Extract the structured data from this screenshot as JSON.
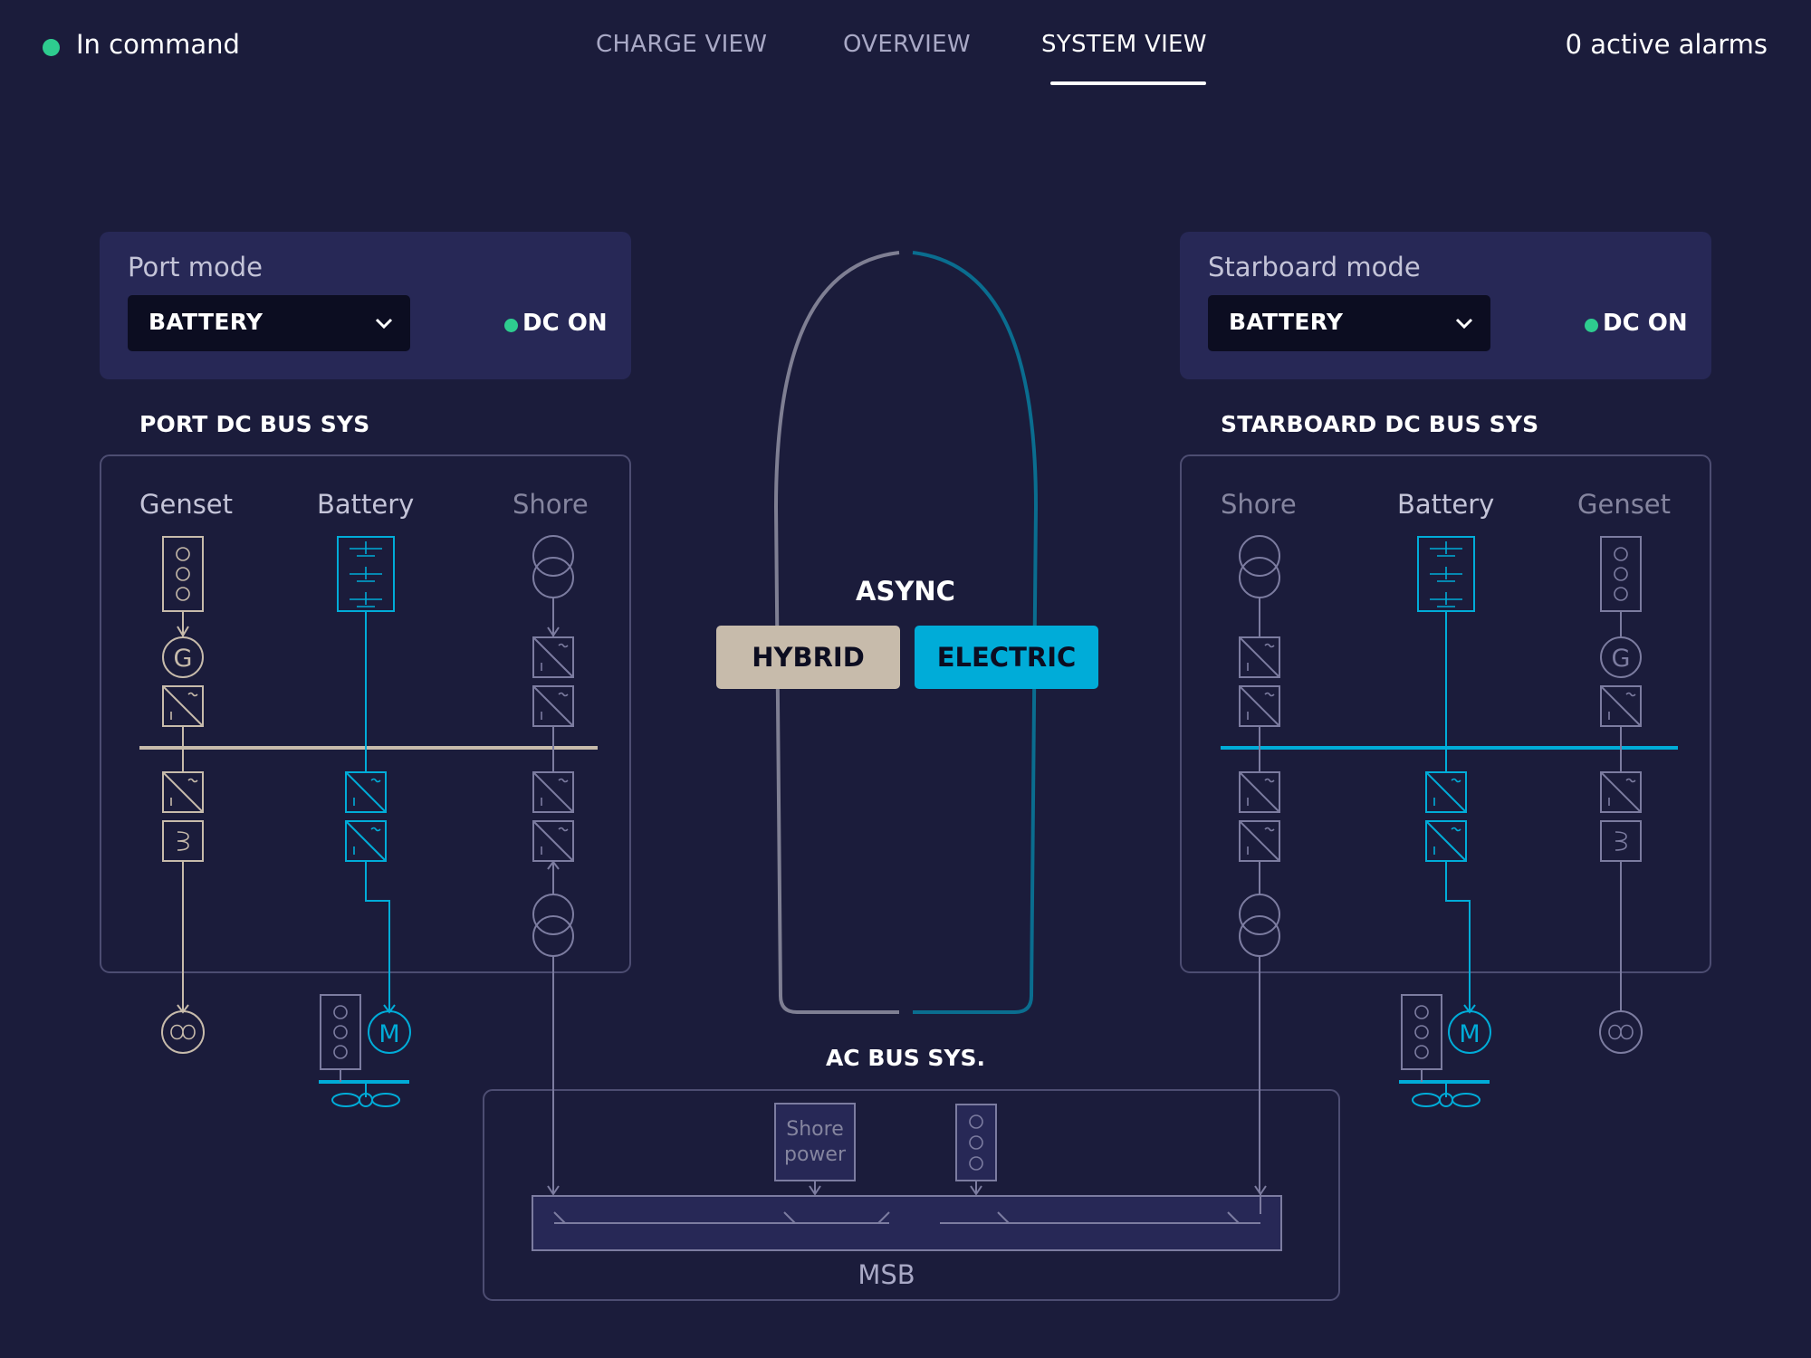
{
  "header": {
    "status_text": "In command",
    "tabs": [
      {
        "label": "CHARGE VIEW",
        "active": false
      },
      {
        "label": "OVERVIEW",
        "active": false
      },
      {
        "label": "SYSTEM VIEW",
        "active": true
      }
    ],
    "alarms_text": "0 active alarms"
  },
  "port": {
    "mode_title": "Port mode",
    "mode_value": "BATTERY",
    "dc_status": "DC ON",
    "bus_title": "PORT DC BUS SYS",
    "columns": [
      "Genset",
      "Battery",
      "Shore"
    ]
  },
  "starboard": {
    "mode_title": "Starboard mode",
    "mode_value": "BATTERY",
    "dc_status": "DC ON",
    "bus_title": "STARBOARD DC BUS SYS",
    "columns": [
      "Shore",
      "Battery",
      "Genset"
    ]
  },
  "center": {
    "sync_label": "ASYNC",
    "hybrid_label": "HYBRID",
    "electric_label": "ELECTRIC"
  },
  "ac": {
    "title": "AC BUS SYS.",
    "shore_power_line1": "Shore",
    "shore_power_line2": "power",
    "msb_label": "MSB"
  },
  "symbols": {
    "generator": "G",
    "motor": "M"
  },
  "colors": {
    "background": "#1b1c3b",
    "card": "#272856",
    "active_cyan": "#00acd8",
    "genset_beige": "#c7bbab",
    "inactive_gray": "#7c7ca0",
    "status_green": "#2ecc8f"
  },
  "icons": {
    "status": "status-dot",
    "dropdown": "chevron-down-icon",
    "battery": "battery-icon",
    "genset": "genset-icon",
    "generator": "generator-icon",
    "converter": "converter-icon",
    "transformer": "transformer-icon",
    "motor": "motor-icon",
    "propeller": "propeller-icon",
    "shaft_generator": "shaft-generator-icon"
  }
}
